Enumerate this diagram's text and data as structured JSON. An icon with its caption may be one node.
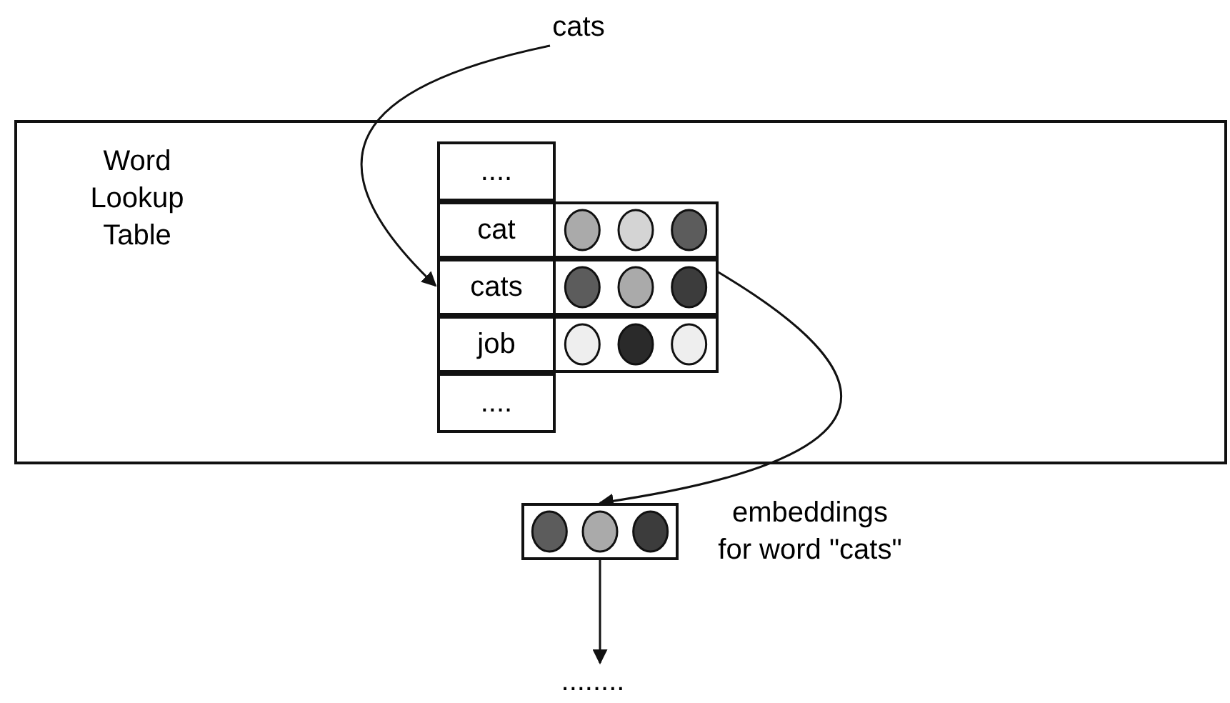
{
  "diagram": {
    "nodes": [
      {
        "text": [
          "cats"
        ]
      },
      {
        "text": [
          "Word Lookup Table"
        ]
      },
      {
        "text": [
          "...."
        ],
        "in": 1
      },
      {
        "text": [
          "cat"
        ],
        "in": 1
      },
      {
        "text": [
          "cats"
        ],
        "in": 1
      },
      {
        "text": [
          "job"
        ],
        "in": 1
      },
      {
        "text": [
          "...."
        ],
        "in": 1
      },
      {
        "text": [],
        "shape": "bar",
        "in": 1
      },
      {
        "text": [],
        "shape": "bar",
        "in": 1
      },
      {
        "text": [],
        "shape": "bar",
        "in": 1
      },
      {
        "text": [],
        "shape": "bar",
        "beside": [
          "embeddings for word \"cats\""
        ]
      },
      {
        "text": [
          "........"
        ]
      }
    ],
    "edges": [
      {
        "from": 0,
        "to": 4,
        "arrow": "to"
      },
      {
        "from": 8,
        "to": 10,
        "arrow": "to"
      },
      {
        "from": 10,
        "to": 11,
        "arrow": "to"
      }
    ]
  }
}
